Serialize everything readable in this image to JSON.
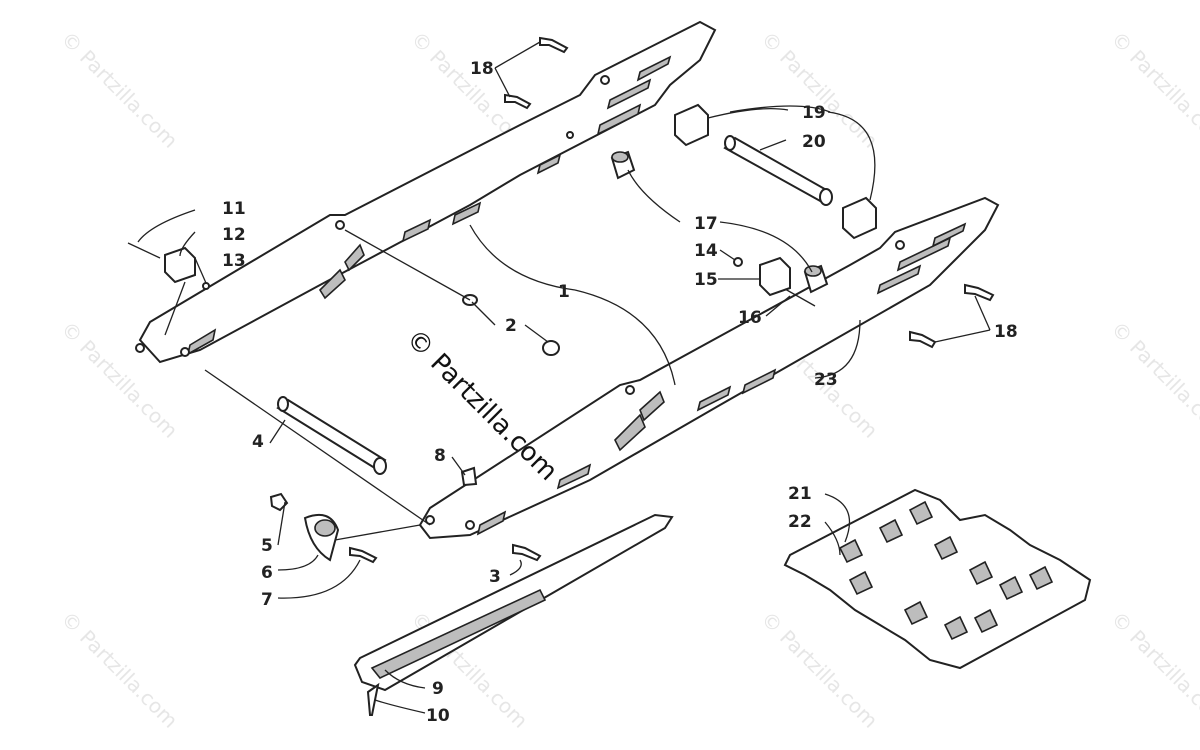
{
  "watermark": {
    "main": "© Partzilla.com",
    "repeat": "© Partzilla.com"
  },
  "colors": {
    "ink": "#222222",
    "fill": "#ffffff",
    "shade": "#bdbdbd",
    "watermark": "#e6e6e6"
  },
  "callouts": [
    "1",
    "2",
    "3",
    "4",
    "5",
    "6",
    "7",
    "8",
    "9",
    "10",
    "11",
    "12",
    "13",
    "14",
    "15",
    "16",
    "17",
    "18",
    "18",
    "19",
    "20",
    "21",
    "22",
    "23"
  ]
}
